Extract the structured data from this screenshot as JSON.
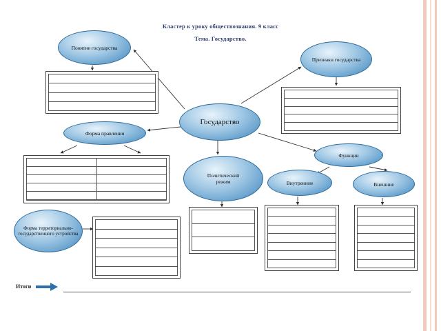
{
  "header": {
    "line1": "Кластер к уроку обществознания. 9 класс",
    "line2": "Тема. Государство."
  },
  "nodes": {
    "center": "Государство",
    "concept": "Понятие государства",
    "signs": "Признаки государства",
    "form_government": "Форма правления",
    "political_regime": "Политический режим",
    "functions": "Функции",
    "internal": "Внутренние",
    "external": "Внешние",
    "territorial": "Форма территориально-государственного устройства"
  },
  "footer": {
    "summary_label": "Итоги"
  },
  "colors": {
    "node_dark": "#3e85bd",
    "node_light": "#e8f3fb",
    "title_text": "#2e3f6e",
    "arrow": "#333333"
  }
}
